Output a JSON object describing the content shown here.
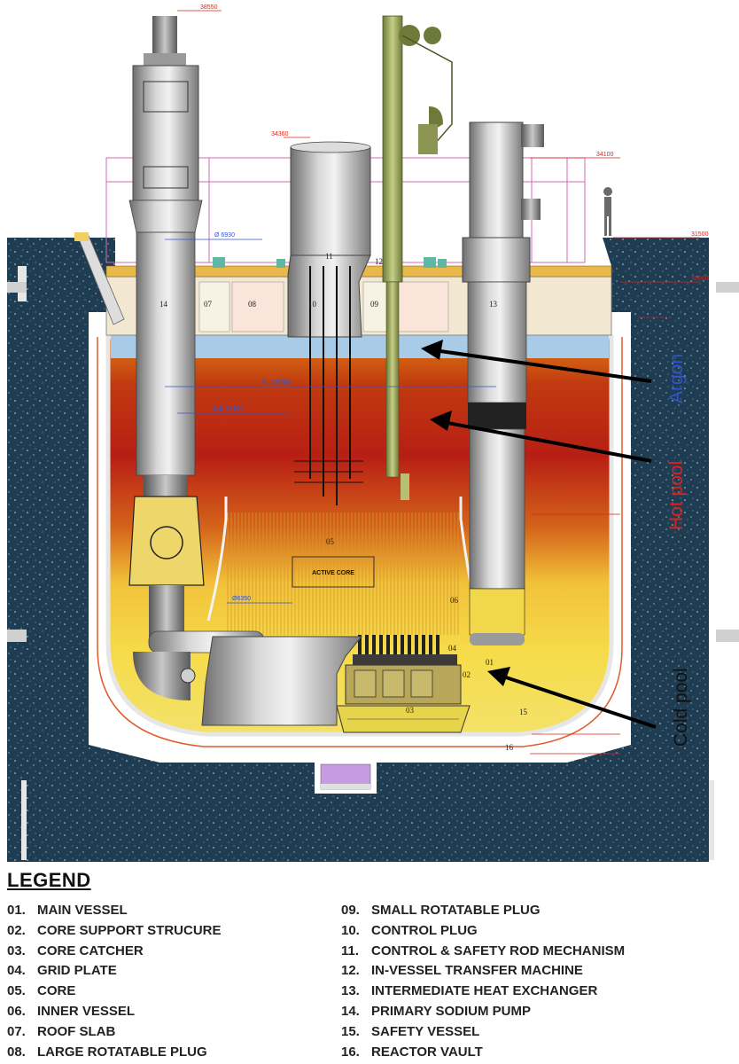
{
  "annotations": {
    "argon": "Argon",
    "hot_pool": "Hot pool",
    "cold_pool": "Cold pool"
  },
  "dimensions": {
    "top_height": "38550",
    "control_plug_height": "34360",
    "ihx_height": "34100",
    "elev_1": "31500",
    "elev_2": "30000",
    "plug_dia": "Ø 6930",
    "pld": "PLD 9760",
    "od": "O.D 17900",
    "core_dia": "Ø6350"
  },
  "tags": {
    "n01": "01",
    "n02": "02",
    "n03": "03",
    "n04": "04",
    "n05": "05",
    "n06": "06",
    "n07": "07",
    "n08": "08",
    "n09": "09",
    "n10": "10",
    "n11": "11",
    "n12": "12",
    "n13": "13",
    "n14": "14",
    "n15": "15",
    "n16": "16"
  },
  "core_label": "ACTIVE CORE",
  "legend": {
    "title": "LEGEND",
    "items": [
      {
        "num": "01.",
        "label": "MAIN VESSEL"
      },
      {
        "num": "02.",
        "label": "CORE SUPPORT STRUCURE"
      },
      {
        "num": "03.",
        "label": "CORE CATCHER"
      },
      {
        "num": "04.",
        "label": "GRID PLATE"
      },
      {
        "num": "05.",
        "label": "CORE"
      },
      {
        "num": "06.",
        "label": "INNER VESSEL"
      },
      {
        "num": "07.",
        "label": "ROOF SLAB"
      },
      {
        "num": "08.",
        "label": "LARGE ROTATABLE PLUG"
      },
      {
        "num": "09.",
        "label": "SMALL ROTATABLE PLUG"
      },
      {
        "num": "10.",
        "label": "CONTROL PLUG"
      },
      {
        "num": "11.",
        "label": "CONTROL & SAFETY ROD MECHANISM"
      },
      {
        "num": "12.",
        "label": "IN-VESSEL TRANSFER MACHINE"
      },
      {
        "num": "13.",
        "label": "INTERMEDIATE HEAT EXCHANGER"
      },
      {
        "num": "14.",
        "label": "PRIMARY SODIUM PUMP"
      },
      {
        "num": "15.",
        "label": "SAFETY VESSEL"
      },
      {
        "num": "16.",
        "label": "REACTOR VAULT"
      }
    ]
  },
  "colors": {
    "argon": "#3355c8",
    "hot_pool": "#e32020",
    "cold_pool": "#111111",
    "concrete": "#1e3d52",
    "dimension": "#d9261c"
  }
}
